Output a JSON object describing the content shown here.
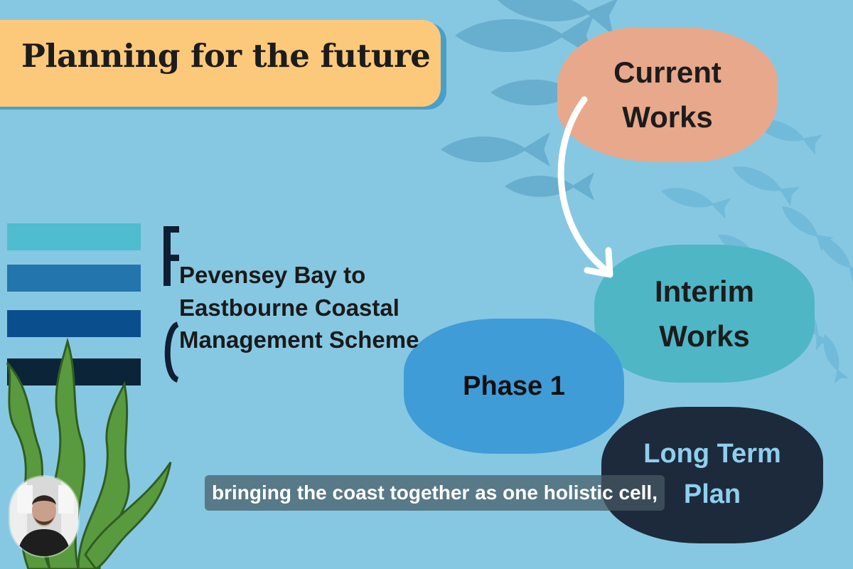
{
  "title": "Planning for the future",
  "stages": {
    "current": "Current Works",
    "interim": "Interim Works",
    "phase1": "Phase 1",
    "long_term": "Long Term Plan"
  },
  "scheme": {
    "name_line1": "Pevensey Bay to",
    "name_line2": "Eastbourne Coastal",
    "name_line3": "Management Scheme"
  },
  "caption": "bringing the coast together as one holistic cell,",
  "colors": {
    "background": "#86c8e2",
    "title_banner": "#fcc97b",
    "current_works": "#e8a88b",
    "interim_works": "#4fb6c6",
    "phase1": "#409cd6",
    "long_term_plan": "#1d2a3c",
    "long_term_text": "#8ecfee"
  },
  "icons": {
    "flow_arrow": "curved-arrow-icon",
    "fish": "fish-icon",
    "seaweed": "seaweed-icon",
    "presenter": "webcam-avatar"
  }
}
